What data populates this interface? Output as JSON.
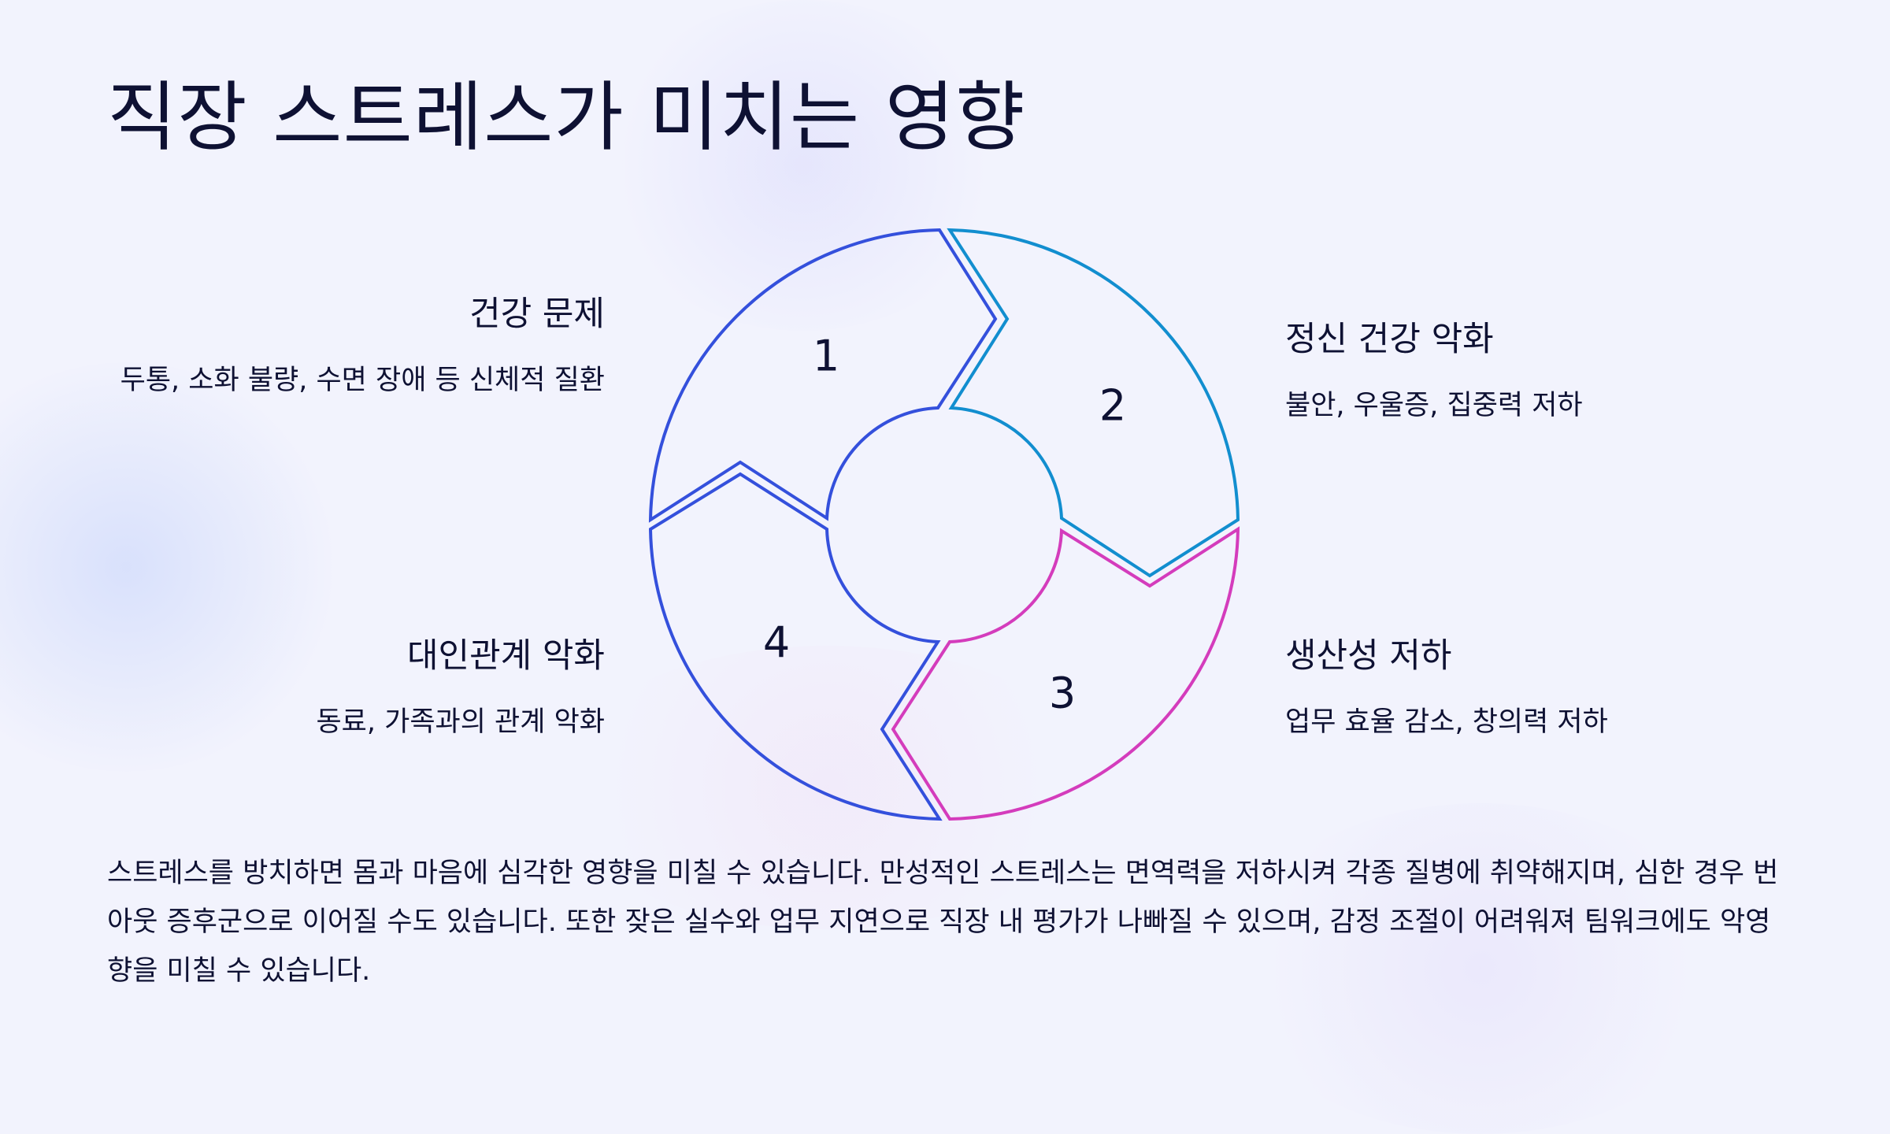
{
  "title": "직장 스트레스가 미치는 영향",
  "cycle": {
    "steps": [
      {
        "number": "1",
        "color": "#3450dc"
      },
      {
        "number": "2",
        "color": "#128ecf"
      },
      {
        "number": "3",
        "color": "#d43cbc"
      },
      {
        "number": "4",
        "color": "#3450dc"
      }
    ]
  },
  "effects": [
    {
      "number": "1",
      "title": "건강 문제",
      "description": "두통, 소화 불량, 수면 장애 등 신체적 질환"
    },
    {
      "number": "2",
      "title": "정신 건강 악화",
      "description": "불안, 우울증, 집중력 저하"
    },
    {
      "number": "3",
      "title": "생산성 저하",
      "description": "업무 효율 감소, 창의력 저하"
    },
    {
      "number": "4",
      "title": "대인관계 악화",
      "description": "동료, 가족과의 관계 악화"
    }
  ],
  "summary": "스트레스를 방치하면 몸과 마음에 심각한 영향을 미칠 수 있습니다. 만성적인 스트레스는 면역력을 저하시켜 각종 질병에 취약해지며, 심한 경우 번아웃 증후군으로 이어질 수도 있습니다. 또한 잦은 실수와 업무 지연으로 직장 내 평가가 나빠질 수 있으며, 감정 조절이 어려워져 팀워크에도 악영향을 미칠 수 있습니다."
}
